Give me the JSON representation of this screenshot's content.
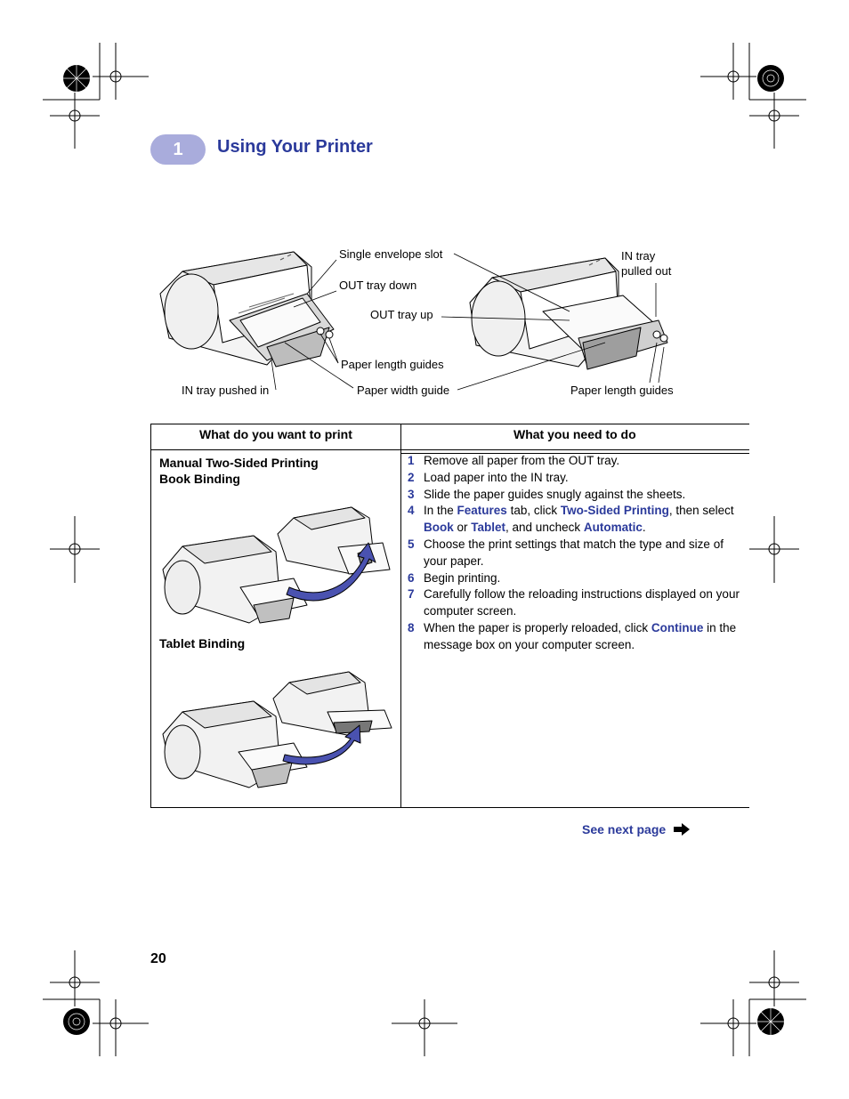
{
  "header": {
    "chapter_number": "1",
    "chapter_title": "Using Your Printer"
  },
  "figure": {
    "labels": {
      "single_envelope_slot": "Single envelope slot",
      "out_tray_down": "OUT tray down",
      "out_tray_up": "OUT tray up",
      "in_tray_pulled_out": [
        "IN tray",
        "pulled out"
      ],
      "paper_length_guides_left": "Paper length guides",
      "in_tray_pushed_in": "IN tray pushed in",
      "paper_width_guide": "Paper width guide",
      "paper_length_guides_right": "Paper length guides"
    }
  },
  "table": {
    "col1_header": "What do you want to print",
    "col2_header": "What you need to do",
    "left": {
      "title_line1": "Manual Two-Sided Printing",
      "title_line2": "Book Binding",
      "tablet_label": "Tablet Binding"
    },
    "steps": [
      {
        "num": "1",
        "parts": [
          {
            "t": "Remove all paper from the OUT tray."
          }
        ]
      },
      {
        "num": "2",
        "parts": [
          {
            "t": "Load paper into the IN tray."
          }
        ]
      },
      {
        "num": "3",
        "parts": [
          {
            "t": "Slide the paper guides snugly against the sheets."
          }
        ]
      },
      {
        "num": "4",
        "parts": [
          {
            "t": "In the "
          },
          {
            "t": "Features",
            "k": true
          },
          {
            "t": " tab, click "
          },
          {
            "t": "Two-Sided Printing",
            "k": true
          },
          {
            "t": ", then select "
          },
          {
            "t": "Book",
            "k": true
          },
          {
            "t": " or "
          },
          {
            "t": "Tablet",
            "k": true
          },
          {
            "t": ", and uncheck "
          },
          {
            "t": "Automatic",
            "k": true
          },
          {
            "t": "."
          }
        ]
      },
      {
        "num": "5",
        "parts": [
          {
            "t": "Choose the print settings that match the type and size of your paper."
          }
        ]
      },
      {
        "num": "6",
        "parts": [
          {
            "t": "Begin printing."
          }
        ]
      },
      {
        "num": "7",
        "parts": [
          {
            "t": "Carefully follow the reloading instructions displayed on your computer screen."
          }
        ]
      },
      {
        "num": "8",
        "parts": [
          {
            "t": "When the paper is properly reloaded, click "
          },
          {
            "t": "Continue",
            "k": true
          },
          {
            "t": " in the message box on your computer screen."
          }
        ]
      }
    ]
  },
  "footer": {
    "next_label": "See next page",
    "page_number": "20"
  },
  "colors": {
    "accent": "#2b3a9b",
    "badge": "#a9acdc",
    "arrow_fill": "#4a52b0"
  }
}
